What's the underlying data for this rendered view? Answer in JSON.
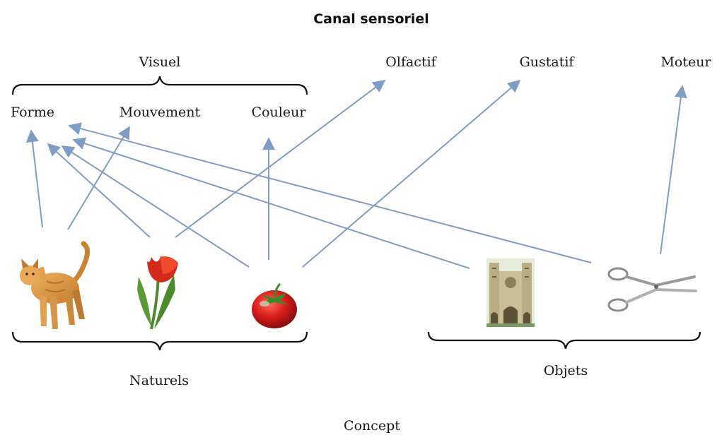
{
  "title": "Canal sensoriel",
  "groups": {
    "visual": "Visuel",
    "natural": "Naturels",
    "objects": "Objets"
  },
  "channels": {
    "forme": "Forme",
    "mouvement": "Mouvement",
    "couleur": "Couleur",
    "olfactif": "Olfactif",
    "gustatif": "Gustatif",
    "moteur": "Moteur"
  },
  "bottom_label": "Concept",
  "concepts": [
    {
      "id": "cat",
      "icon": "cat-icon"
    },
    {
      "id": "tulip",
      "icon": "tulip-icon"
    },
    {
      "id": "tomato",
      "icon": "tomato-icon"
    },
    {
      "id": "cathedral",
      "icon": "cathedral-icon"
    },
    {
      "id": "scissors",
      "icon": "scissors-icon"
    }
  ],
  "connections": [
    {
      "from": "cat",
      "to": "forme"
    },
    {
      "from": "cat",
      "to": "mouvement"
    },
    {
      "from": "tulip",
      "to": "forme"
    },
    {
      "from": "tulip",
      "to": "olfactif"
    },
    {
      "from": "tomato",
      "to": "forme"
    },
    {
      "from": "tomato",
      "to": "couleur"
    },
    {
      "from": "tomato",
      "to": "gustatif"
    },
    {
      "from": "cathedral",
      "to": "forme"
    },
    {
      "from": "scissors",
      "to": "forme"
    },
    {
      "from": "scissors",
      "to": "moteur"
    }
  ],
  "colors": {
    "arrow": "#7f9cc6",
    "text": "#1a1a1a"
  }
}
